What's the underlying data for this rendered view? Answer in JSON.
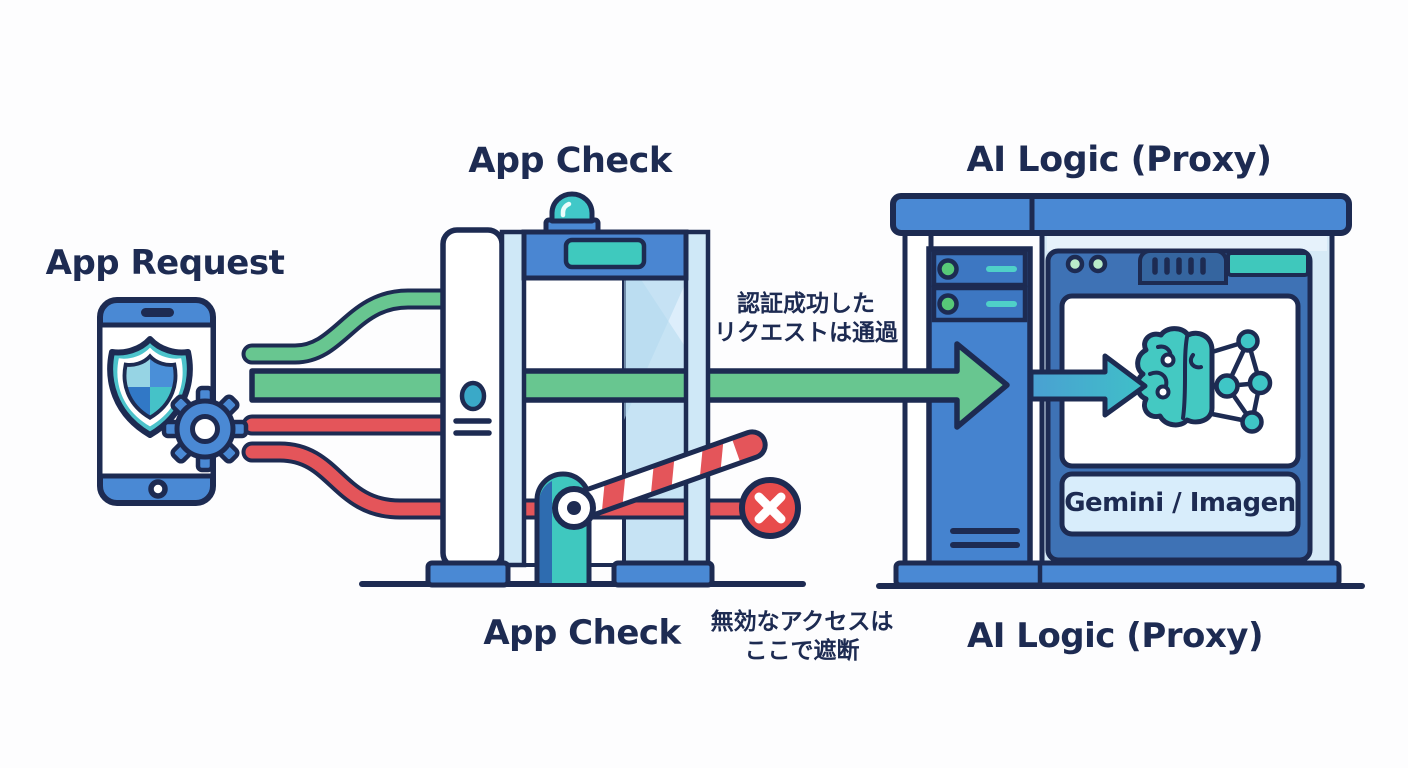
{
  "background_color": "#fdfdfe",
  "palette": {
    "outline_navy": "#1d2b52",
    "blue": "#4a89d4",
    "blue_mid": "#3e72b5",
    "blue_deep": "#2e6cb0",
    "light_blue_glass": "#c6e3f4",
    "pale_blue_panel": "#d6eaf7",
    "teal": "#3fc8bf",
    "teal_circle": "#3aa9c8",
    "green_arrow": "#68c690",
    "red_line": "#e4555a",
    "red_circle": "#e84c4c",
    "led_green": "#57c878",
    "white": "#ffffff"
  },
  "labels": {
    "app_request": "App Request",
    "app_check_top": "App Check",
    "app_check_bottom": "App Check",
    "ai_logic_top": "AI Logic (Proxy)",
    "ai_logic_bottom": "AI Logic (Proxy)",
    "gemini_imagen": "Gemini / Imagen",
    "pass_note": {
      "line1": "認証成功した",
      "line2": "リクエストは通過"
    },
    "block_note": {
      "line1": "無効なアクセスは",
      "line2": "ここで遮断"
    }
  },
  "icons": [
    "smartphone-icon",
    "shield-icon",
    "gear-icon",
    "security-gate-icon",
    "beacon-light-icon",
    "gate-screen-icon",
    "barrier-post-icon",
    "barrier-arm-icon",
    "blocked-x-icon",
    "server-tower-icon",
    "browser-window-icon",
    "brain-network-icon",
    "green-request-arrow",
    "green-request-line",
    "red-blocked-line",
    "proxy-forward-arrow"
  ],
  "flow": {
    "source": "App Request",
    "checkpoint": "App Check",
    "destination": "AI Logic (Proxy)",
    "backend_models": "Gemini / Imagen",
    "allowed_path_note": "認証成功したリクエストは通過",
    "blocked_path_note": "無効なアクセスはここで遮断"
  }
}
